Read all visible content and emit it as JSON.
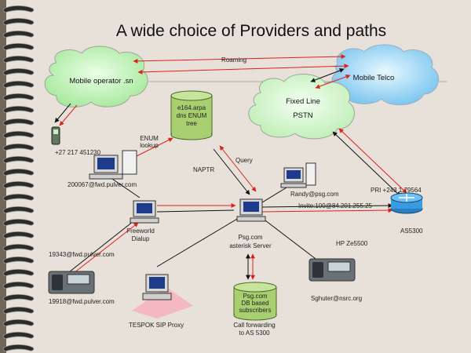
{
  "title": "A wide choice of Providers and paths",
  "clouds": {
    "mobile_operator": "Mobile operator .sn",
    "mobile_telco": "Mobile Telco",
    "fixed_line": "Fixed Line",
    "pstn": "PSTN"
  },
  "labels": {
    "roaming": "Roaming",
    "enum_db_line1": "e164.arpa",
    "enum_db_line2": "dns ENUM",
    "enum_db_line3": "tree",
    "enum_lookup_line1": "ENUM",
    "enum_lookup_line2": "lookup",
    "naptr": "NAPTR",
    "query": "Query",
    "mobile_number": "+27 217 451230",
    "user_200067": "200067@fwd.pulver.com",
    "freeworld_line1": "Freeworld",
    "freeworld_line2": "Dialup",
    "user_19343": "19343@fwd.pulver.com",
    "user_19918": "19918@fwd.pulver.com",
    "tespok": "TESPOK SIP Proxy",
    "randy": "Randy@psg.com",
    "pri": "PRI +243 1 79564",
    "invite": "Invite:100@84.201.255.25",
    "as5300": "AS5300",
    "hp": "HP Ze5500",
    "psg_line1": "Psg.com",
    "psg_line2": "asterisk Server",
    "db_line1": "Psg.com",
    "db_line2": "DB based",
    "db_line3": "subscribers",
    "callfwd_line1": "Call forwarding",
    "callfwd_line2": "to AS 5300",
    "sghuter": "Sghuter@nsrc.org"
  },
  "colors": {
    "slide_bg": "#e7e1d9",
    "arrow_red": "#e0201a",
    "line_black": "#111111",
    "cloud_green": "#b8f0b0",
    "cloud_blue": "#8fd0f0",
    "db_green": "#a8d070",
    "router_blue": "#3a9be0"
  }
}
